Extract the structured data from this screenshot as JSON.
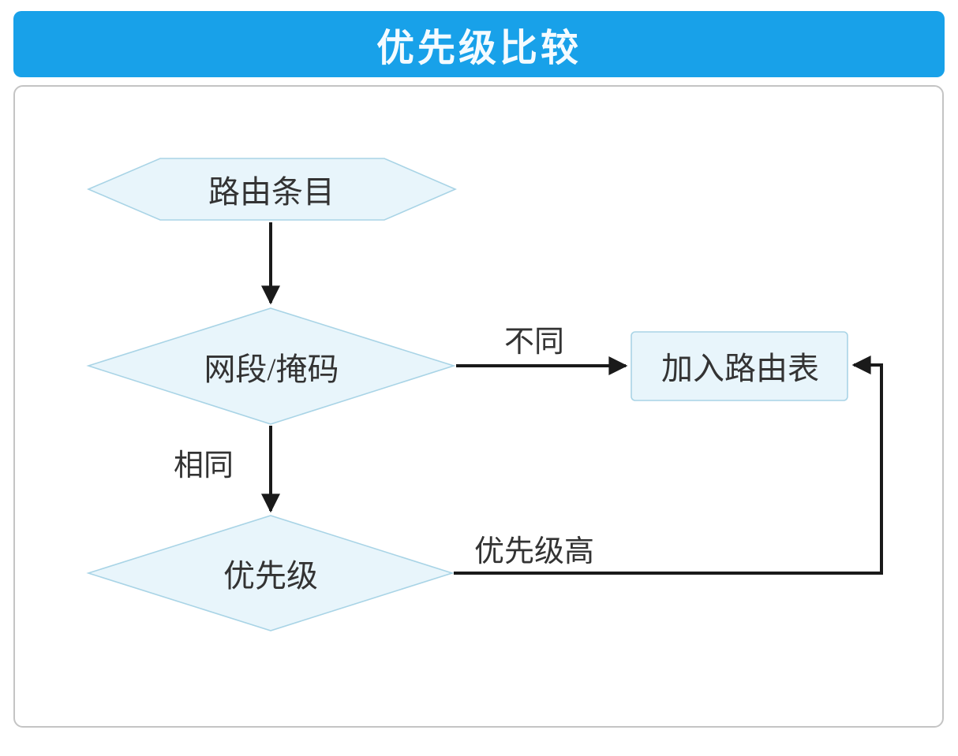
{
  "title": "优先级比较",
  "colors": {
    "header_bg": "#18a1e9",
    "node_fill": "#e8f5fb",
    "node_border": "#a9d4e6",
    "connector": "#1a1a1a",
    "card_border": "#c4c4c4",
    "text": "#333333",
    "title_color": "#f4fbff"
  },
  "nodes": [
    {
      "id": "route-entry",
      "shape": "hexagon",
      "label": "路由条目"
    },
    {
      "id": "mask-check",
      "shape": "diamond",
      "label": "网段/掩码"
    },
    {
      "id": "add-to-table",
      "shape": "rectangle",
      "label": "加入路由表"
    },
    {
      "id": "priority-check",
      "shape": "diamond",
      "label": "优先级"
    }
  ],
  "edges": [
    {
      "from": "route-entry",
      "to": "mask-check",
      "label": ""
    },
    {
      "from": "mask-check",
      "to": "add-to-table",
      "label": "不同"
    },
    {
      "from": "mask-check",
      "to": "priority-check",
      "label": "相同"
    },
    {
      "from": "priority-check",
      "to": "add-to-table",
      "label": "优先级高"
    }
  ]
}
